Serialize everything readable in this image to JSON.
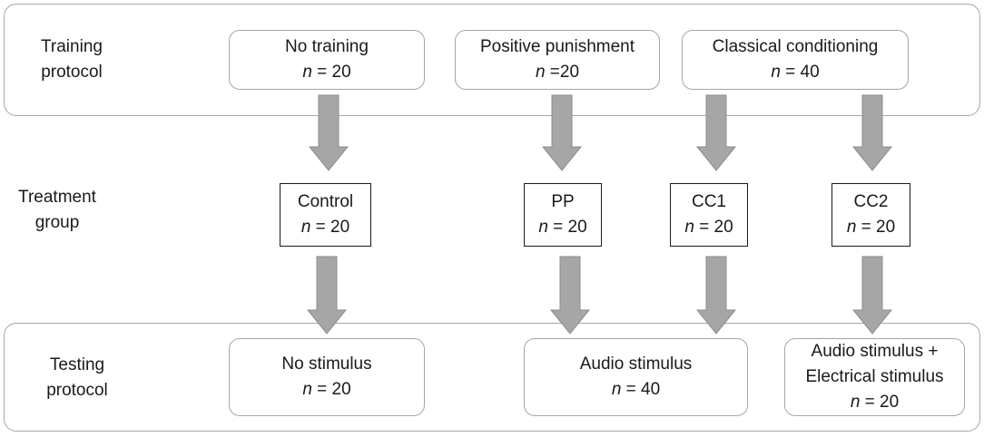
{
  "rows": {
    "training": {
      "label_line1": "Training",
      "label_line2": "protocol"
    },
    "treatment": {
      "label_line1": "Treatment",
      "label_line2": "group"
    },
    "testing": {
      "label_line1": "Testing",
      "label_line2": "protocol"
    }
  },
  "training_boxes": [
    {
      "title": "No training",
      "n_sym": "n",
      "n_val": " = 20"
    },
    {
      "title": "Positive punishment",
      "n_sym": "n",
      "n_val": " =20"
    },
    {
      "title": "Classical conditioning",
      "n_sym": "n",
      "n_val": " = 40"
    }
  ],
  "treatment_boxes": [
    {
      "title": "Control",
      "n_sym": "n",
      "n_val": " = 20"
    },
    {
      "title": "PP",
      "n_sym": "n",
      "n_val": " = 20"
    },
    {
      "title": "CC1",
      "n_sym": "n",
      "n_val": " = 20"
    },
    {
      "title": "CC2",
      "n_sym": "n",
      "n_val": " = 20"
    }
  ],
  "testing_boxes": [
    {
      "title": "No stimulus",
      "title2": "",
      "n_sym": "n",
      "n_val": " = 20"
    },
    {
      "title": "Audio stimulus",
      "title2": "",
      "n_sym": "n",
      "n_val": " = 40"
    },
    {
      "title": "Audio stimulus +",
      "title2": "Electrical stimulus",
      "n_sym": "n",
      "n_val": " = 20"
    }
  ],
  "colors": {
    "arrow": "#a6a6a6",
    "arrow_stroke": "#8c8c8c",
    "band_border": "#a6a6a6",
    "box_border": "#1a1a1a"
  }
}
